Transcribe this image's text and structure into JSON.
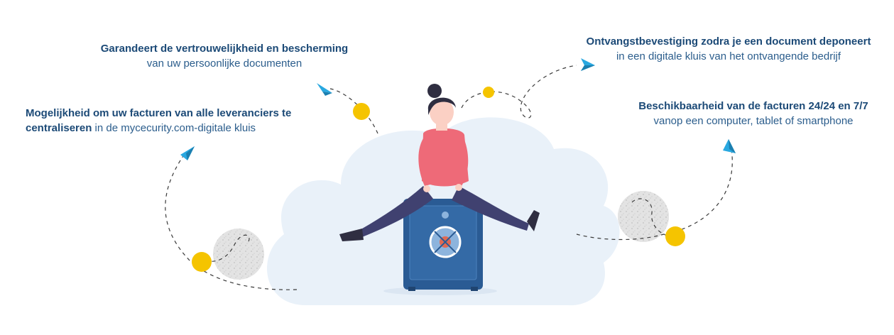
{
  "features": {
    "guarantee": {
      "bold": "Garandeert de vertrouwelijkheid en bescherming",
      "plain": "van uw persoonlijke documenten"
    },
    "receipt": {
      "bold": "Ontvangstbevestiging zodra je een document deponeert",
      "plain": "in een digitale kluis van het ontvangende bedrijf"
    },
    "centralize": {
      "bold_1": "Mogelijkheid om uw facturen van alle leveranciers te",
      "bold_2": "centraliseren",
      "plain": " in de mycecurity.com-digitale kluis"
    },
    "availability": {
      "bold": "Beschikbaarheid van de facturen 24/24 en 7/7",
      "plain": "vanop een computer, tablet of smartphone"
    }
  },
  "colors": {
    "heading": "#1c4a77",
    "text": "#2b5d8c",
    "cloud": "#e9f1f9",
    "yellow": "#f5c400",
    "plane": "#29a8e0",
    "safe": "#2a5b94",
    "shirt": "#ee6a78",
    "pants": "#404170",
    "hair": "#2f2e41"
  },
  "icons": [
    "paper-plane-icon",
    "safe-icon",
    "dot-icon"
  ]
}
